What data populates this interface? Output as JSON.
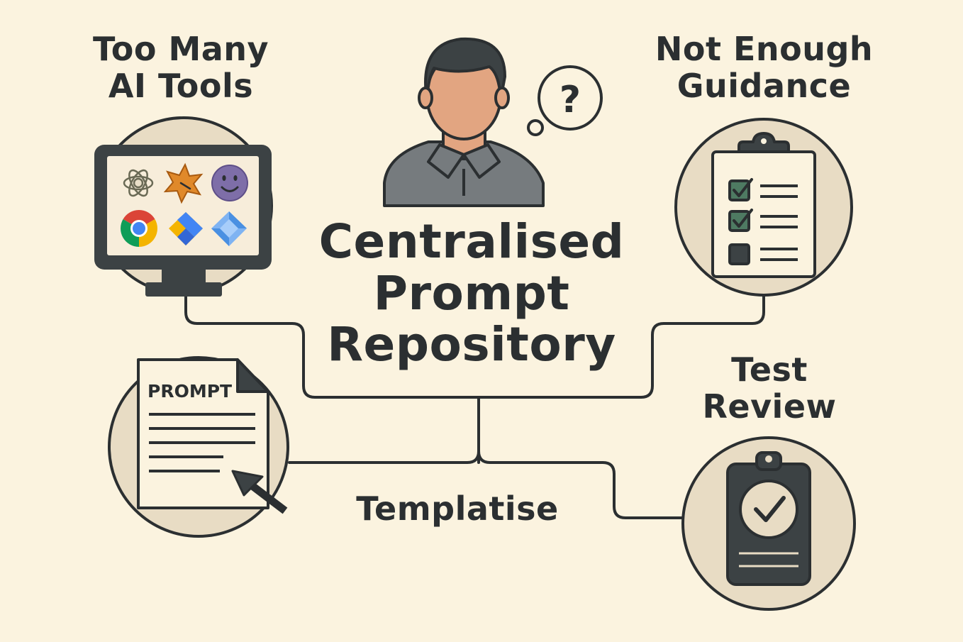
{
  "center_title": {
    "line1": "Centralised",
    "line2": "Prompt",
    "line3": "Repository"
  },
  "too_many_tools": {
    "line1": "Too Many",
    "line2": "AI Tools"
  },
  "not_enough_guidance": {
    "line1": "Not Enough",
    "line2": "Guidance"
  },
  "test_review": {
    "line1": "Test",
    "line2": "Review"
  },
  "templatise": {
    "label": "Templatise"
  },
  "prompt_document": {
    "label": "PROMPT"
  },
  "thought_bubble": {
    "symbol": "?"
  },
  "colors": {
    "background": "#fbf3df",
    "circle_fill": "#e8dcc4",
    "outline": "#2b2f31",
    "person_skin": "#e2a581",
    "person_shirt": "#767b7e",
    "check_green": "#4e7a62",
    "clipboard_dark": "#3c4244"
  },
  "icons": [
    "monitor-icon",
    "chatgpt-logo-icon",
    "star-badge-icon",
    "smiley-icon",
    "chrome-logo-icon",
    "diamond-logo-icon",
    "blue-diamond-icon",
    "person-icon",
    "question-bubble-icon",
    "clipboard-checklist-icon",
    "prompt-document-icon",
    "cursor-arrow-icon",
    "badge-check-icon"
  ]
}
